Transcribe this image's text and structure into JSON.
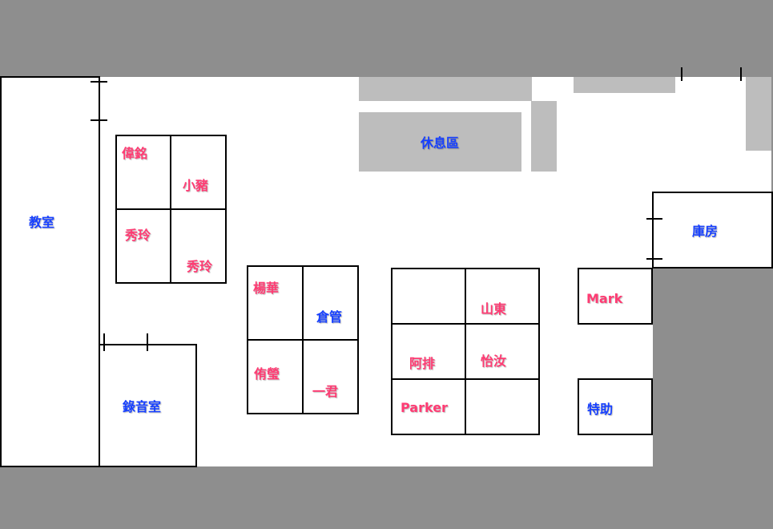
{
  "colors": {
    "person": "#ff3b73",
    "room": "#1740ff",
    "wall": "#8e8e8e",
    "furniture": "#bdbdbd"
  },
  "rooms": {
    "classroom": "教室",
    "recording": "錄音室",
    "lounge": "休息區",
    "storage": "庫房",
    "warehouse_admin": "倉管",
    "assistant": "特助"
  },
  "people": {
    "weiming": "偉銘",
    "xiaozhu": "小豬",
    "xiuling1": "秀玲",
    "xiuling2": "秀玲",
    "yanghua": "楊華",
    "youying": "侑瑩",
    "yijun": "一君",
    "shandong": "山東",
    "apai": "阿排",
    "yiru": "怡汝",
    "parker": "Parker",
    "mark": "Mark"
  }
}
